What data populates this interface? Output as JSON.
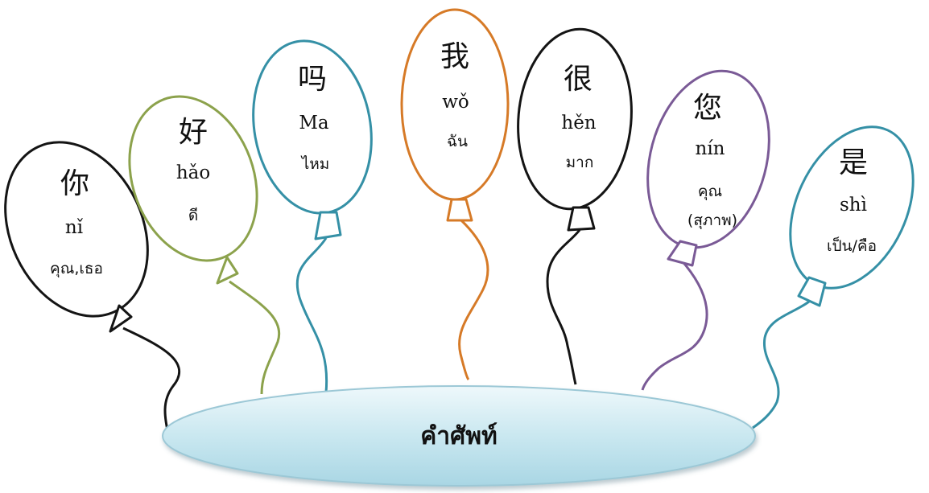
{
  "balloons": [
    {
      "hanzi": "你",
      "pinyin": "nǐ",
      "thai": "คุณ,เธอ",
      "color": "#141414"
    },
    {
      "hanzi": "好",
      "pinyin": "hǎo",
      "thai": "ดี",
      "color": "#8ca24c"
    },
    {
      "hanzi": "吗",
      "pinyin": "Ma",
      "thai": "ไหม",
      "color": "#3590a6"
    },
    {
      "hanzi": "我",
      "pinyin": "wǒ",
      "thai": "ฉัน",
      "color": "#d67a27"
    },
    {
      "hanzi": "很",
      "pinyin": "hěn",
      "thai": "มาก",
      "color": "#141414"
    },
    {
      "hanzi": "您",
      "pinyin": "nín",
      "thai": "คุณ",
      "thai2": "(สุภาพ)",
      "color": "#7a5a96"
    },
    {
      "hanzi": "是",
      "pinyin": "shì",
      "thai": "เป็น/คือ",
      "color": "#3590a6"
    }
  ],
  "center": {
    "label": "คำศัพท์"
  }
}
